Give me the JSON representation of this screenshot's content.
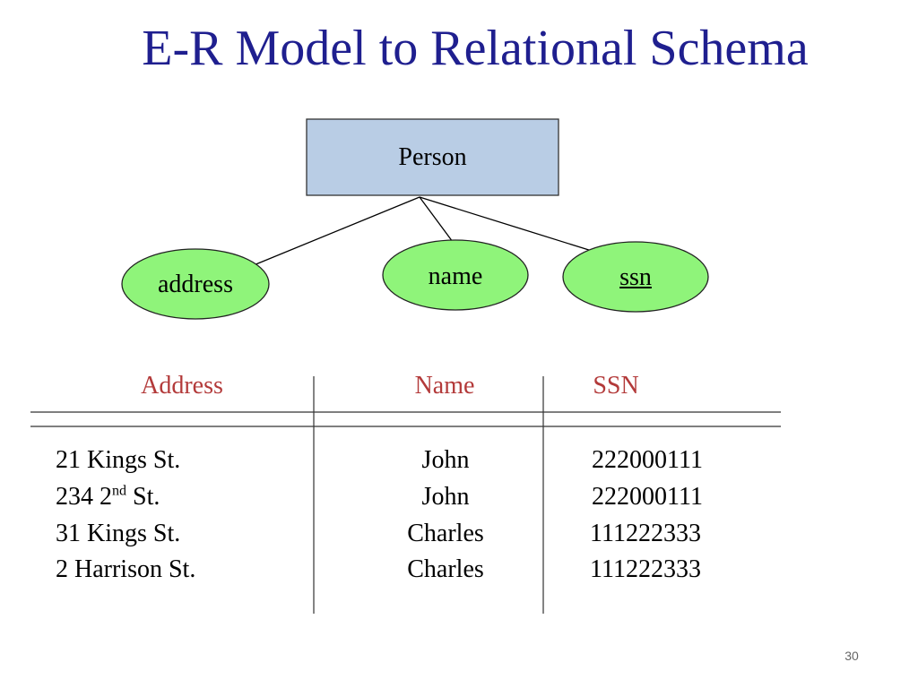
{
  "title": "E-R Model to Relational Schema",
  "entity": {
    "label": "Person",
    "fill": "#b9cde5"
  },
  "attributes": [
    {
      "label": "address",
      "key": false
    },
    {
      "label": "name",
      "key": false
    },
    {
      "label": "ssn",
      "key": true
    }
  ],
  "attribute_fill": "#8ff47a",
  "table": {
    "header_color": "#b33a3a",
    "headers": [
      "Address",
      "Name",
      "SSN"
    ],
    "rows": [
      {
        "address": "21  Kings St.",
        "name": "John",
        "ssn": "222000111"
      },
      {
        "address_main": "234  2",
        "address_sup": "nd",
        "address_tail": " St.",
        "name": "John",
        "ssn": "222000111"
      },
      {
        "address": "31 Kings St.",
        "name": "Charles",
        "ssn": "111222333"
      },
      {
        "address": "2  Harrison St.",
        "name": "Charles",
        "ssn": "111222333"
      }
    ]
  },
  "page_number": "30"
}
